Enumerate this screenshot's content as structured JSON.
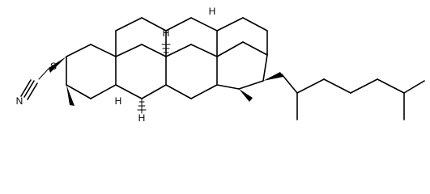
{
  "molecule": {
    "atom_labels": {
      "S": "S",
      "N": "N",
      "H_c10": "H",
      "H_c8": "H",
      "H_c9": "H",
      "H_c14": "H"
    },
    "colors": {
      "bond": "#000000",
      "background": "#ffffff"
    }
  }
}
